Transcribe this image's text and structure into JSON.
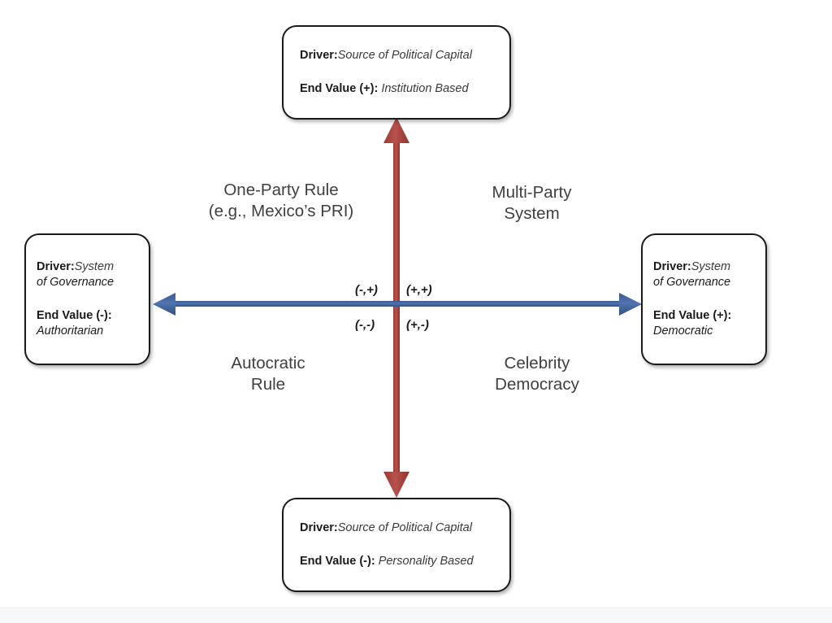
{
  "diagram": {
    "title": "Political Regime Typology 2x2 Matrix",
    "colors": {
      "vertical_axis": "#A9403C",
      "horizontal_axis": "#41619E",
      "box_border": "#1A1A1A",
      "background": "#FFFFFF",
      "quadrant_label_text": "#3F3F3F"
    }
  },
  "boxes": {
    "top": {
      "driver_label": "Driver:",
      "driver_value": "Source of Political Capital",
      "endvalue_label": "End Value (+):",
      "endvalue_value": "Institution Based"
    },
    "bottom": {
      "driver_label": "Driver:",
      "driver_value": "Source of Political Capital",
      "endvalue_label": "End Value (-):",
      "endvalue_value": "Personality Based"
    },
    "left": {
      "driver_label": "Driver:",
      "driver_value": "System",
      "driver_value_line2": "of Governance",
      "endvalue_label": "End Value (-):",
      "endvalue_value": "Authoritarian"
    },
    "right": {
      "driver_label": "Driver:",
      "driver_value": "System",
      "driver_value_line2": "of Governance",
      "endvalue_label": "End Value (+):",
      "endvalue_value": "Democratic"
    }
  },
  "quadrants": {
    "upper_left": {
      "line1": "One-Party Rule",
      "line2": "(e.g., Mexico’s PRI)",
      "sign": "(-,+)"
    },
    "upper_right": {
      "line1": "Multi-Party",
      "line2": "System",
      "sign": "(+,+)"
    },
    "lower_left": {
      "line1": "Autocratic",
      "line2": "Rule",
      "sign": "(-,-)"
    },
    "lower_right": {
      "line1": "Celebrity",
      "line2": "Democracy",
      "sign": "(+,-)"
    }
  },
  "axes": {
    "vertical": {
      "name": "source-of-political-capital-axis",
      "style": "double-headed-arrow",
      "color": "#A9403C"
    },
    "horizontal": {
      "name": "system-of-governance-axis",
      "style": "double-headed-arrow",
      "color": "#41619E"
    }
  }
}
